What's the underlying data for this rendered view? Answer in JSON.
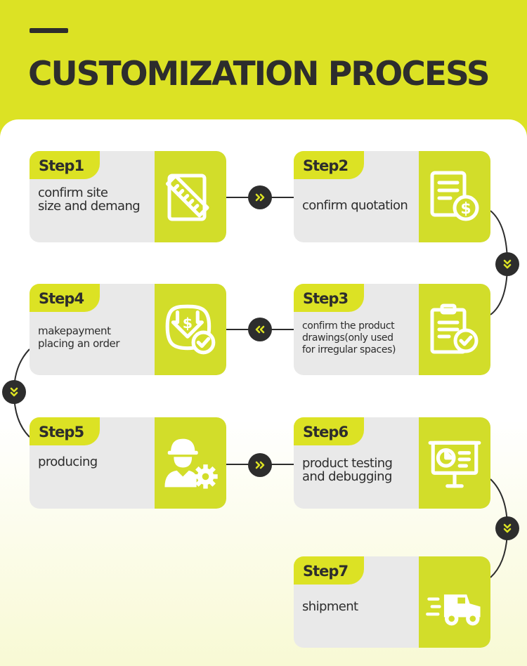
{
  "title": "CUSTOMIZATION PROCESS",
  "colors": {
    "accent": "#dce224",
    "card_bg": "#e9e9e9",
    "icon_bg": "#d2dd2a",
    "dark": "#2d2d2d"
  },
  "steps": [
    {
      "label": "Step1",
      "text_lines": [
        "confirm site",
        "size and demang"
      ],
      "icon": "ruler-pencil-icon"
    },
    {
      "label": "Step2",
      "text_lines": [
        "confirm quotation"
      ],
      "icon": "quotation-dollar-icon"
    },
    {
      "label": "Step3",
      "text_lines": [
        "confirm the product",
        "drawings(only used",
        "for irregular spaces)"
      ],
      "icon": "clipboard-check-icon"
    },
    {
      "label": "Step4",
      "text_lines": [
        "makepayment",
        "placing an order"
      ],
      "icon": "payment-dollar-icon"
    },
    {
      "label": "Step5",
      "text_lines": [
        "producing"
      ],
      "icon": "worker-gear-icon"
    },
    {
      "label": "Step6",
      "text_lines": [
        "product testing",
        "and debugging"
      ],
      "icon": "presentation-chart-icon"
    },
    {
      "label": "Step7",
      "text_lines": [
        "shipment"
      ],
      "icon": "delivery-truck-icon"
    }
  ]
}
